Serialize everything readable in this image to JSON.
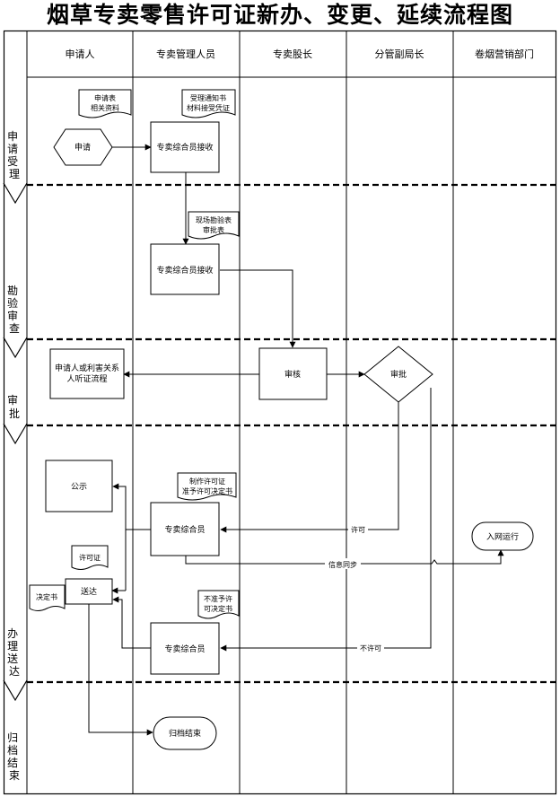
{
  "title": "烟草专卖零售许可证新办、变更、延续流程图",
  "lanes": [
    "申请人",
    "专卖管理人员",
    "专卖股长",
    "分管副局长",
    "卷烟营销部门"
  ],
  "phases": [
    {
      "chars": [
        "申",
        "请",
        "受",
        "理"
      ]
    },
    {
      "chars": [
        "勘",
        "验",
        "审",
        "查"
      ]
    },
    {
      "chars": [
        "审",
        "批"
      ]
    },
    {
      "chars": [
        "办",
        "理",
        "送",
        "达"
      ]
    },
    {
      "chars": [
        "归",
        "档",
        "结",
        "束"
      ]
    }
  ],
  "nodes": {
    "apply": "申请",
    "receive1": "专卖综合员接收",
    "receive2": "专卖综合员接收",
    "review": "审核",
    "approve": "审批",
    "hearing_line1": "申请人或利害关系",
    "hearing_line2": "人听证流程",
    "publicity": "公示",
    "clerk1": "专卖综合员",
    "clerk2": "专卖综合员",
    "deliver": "送达",
    "network": "入网运行",
    "archive": "归档结束"
  },
  "documents": {
    "application_line1": "申请表",
    "application_line2": "相关资料",
    "acceptance_line1": "受理通知书",
    "acceptance_line2": "材料接受凭证",
    "inspection_line1": "现场勘验表",
    "inspection_line2": "审批表",
    "license_doc_line1": "制作许可证",
    "license_doc_line2": "准予许可决定书",
    "license": "许可证",
    "decision": "决定书",
    "denial_line1": "不准予许",
    "denial_line2": "可决定书"
  },
  "edge_labels": {
    "permit": "许可",
    "sync": "信息同步",
    "deny": "不许可"
  }
}
